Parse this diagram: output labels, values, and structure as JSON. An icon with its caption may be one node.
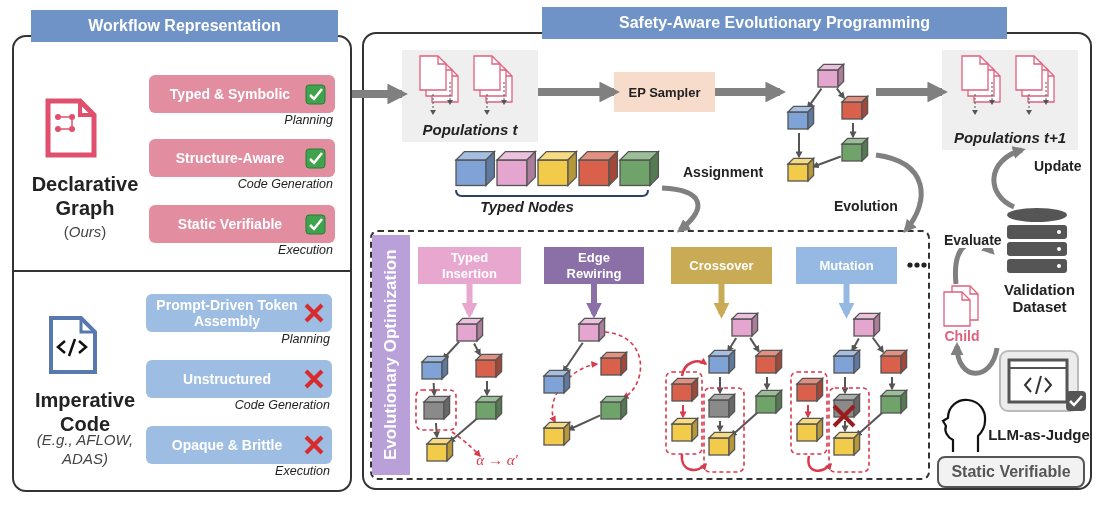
{
  "diagram": {
    "nodes": [
      {
        "text": [
          "Workflow Representation"
        ]
      },
      {
        "text": [
          "Typed & Symbolic"
        ],
        "in": 0,
        "beside": [
          "Planning"
        ]
      },
      {
        "text": [
          "Structure-Aware"
        ],
        "in": 0,
        "beside": [
          "Code Generation"
        ]
      },
      {
        "text": [
          "Static Verifiable"
        ],
        "in": 0,
        "beside": [
          "Execution"
        ]
      },
      {
        "text": [
          "Prompt-Driven Token Assembly"
        ],
        "in": 0,
        "beside": [
          "Planning"
        ]
      },
      {
        "text": [
          "Unstructured"
        ],
        "in": 0,
        "beside": [
          "Code Generation"
        ]
      },
      {
        "text": [
          "Opaque & Brittle"
        ],
        "in": 0,
        "beside": [
          "Execution"
        ]
      },
      {
        "text": [
          "Safety-Aware Evolutionary Programming"
        ]
      },
      {
        "text": [
          "Populations t"
        ],
        "in": 7
      },
      {
        "text": [
          "EP Sampler"
        ],
        "in": 7
      },
      {
        "text": [],
        "shape": "picture",
        "in": 7
      },
      {
        "text": [
          "Populations t+1"
        ],
        "in": 7
      },
      {
        "text": [
          "Typed Nodes"
        ],
        "in": 7
      },
      {
        "text": [
          "Evolutionary Optimization"
        ],
        "in": 7
      },
      {
        "text": [
          "Typed Insertion"
        ],
        "in": 13
      },
      {
        "text": [
          "Edge Rewiring"
        ],
        "in": 13
      },
      {
        "text": [
          "Crossover"
        ],
        "in": 13
      },
      {
        "text": [
          "Mutation"
        ],
        "in": 13
      },
      {
        "text": [],
        "shape": "picture",
        "in": 13
      },
      {
        "text": [],
        "shape": "picture",
        "in": 13
      },
      {
        "text": [],
        "shape": "picture",
        "in": 13
      },
      {
        "text": [],
        "shape": "picture",
        "in": 13
      },
      {
        "text": [
          "Validation Dataset"
        ],
        "in": 7
      },
      {
        "text": [
          "Child"
        ],
        "in": 7
      },
      {
        "text": [
          "LLM-as-Judge"
        ],
        "in": 7
      },
      {
        "text": [
          "Static Verifiable"
        ],
        "in": 7
      }
    ],
    "edges": [
      {
        "from": 0,
        "to": 8,
        "arrow": "to"
      },
      {
        "from": 8,
        "to": 9,
        "arrow": "to"
      },
      {
        "from": 9,
        "to": 10,
        "arrow": "to"
      },
      {
        "from": 10,
        "to": 11,
        "arrow": "to"
      },
      {
        "from": 12,
        "to": 13,
        "arrow": "to",
        "label": "Assignment"
      },
      {
        "from": 10,
        "to": 13,
        "arrow": "to",
        "label": "Evolution"
      },
      {
        "from": 14,
        "to": 18,
        "arrow": "to",
        "color": "#e8a7cf"
      },
      {
        "from": 15,
        "to": 19,
        "arrow": "to",
        "color": "#8a70a6"
      },
      {
        "from": 16,
        "to": 20,
        "arrow": "to",
        "color": "#c9aa55"
      },
      {
        "from": 17,
        "to": 21,
        "arrow": "to",
        "color": "#96b9e3"
      },
      {
        "from": 23,
        "to": 22,
        "arrow": "to",
        "label": "Evaluate"
      },
      {
        "from": 22,
        "to": 11,
        "arrow": "to",
        "label": "Update"
      },
      {
        "from": 24,
        "to": 23,
        "arrow": "to"
      }
    ],
    "labels": [
      "Declarative Graph",
      "(*Ours*)",
      "Imperative Code",
      "(E.g., AFLOW, ADAS)",
      "α → α'"
    ]
  }
}
